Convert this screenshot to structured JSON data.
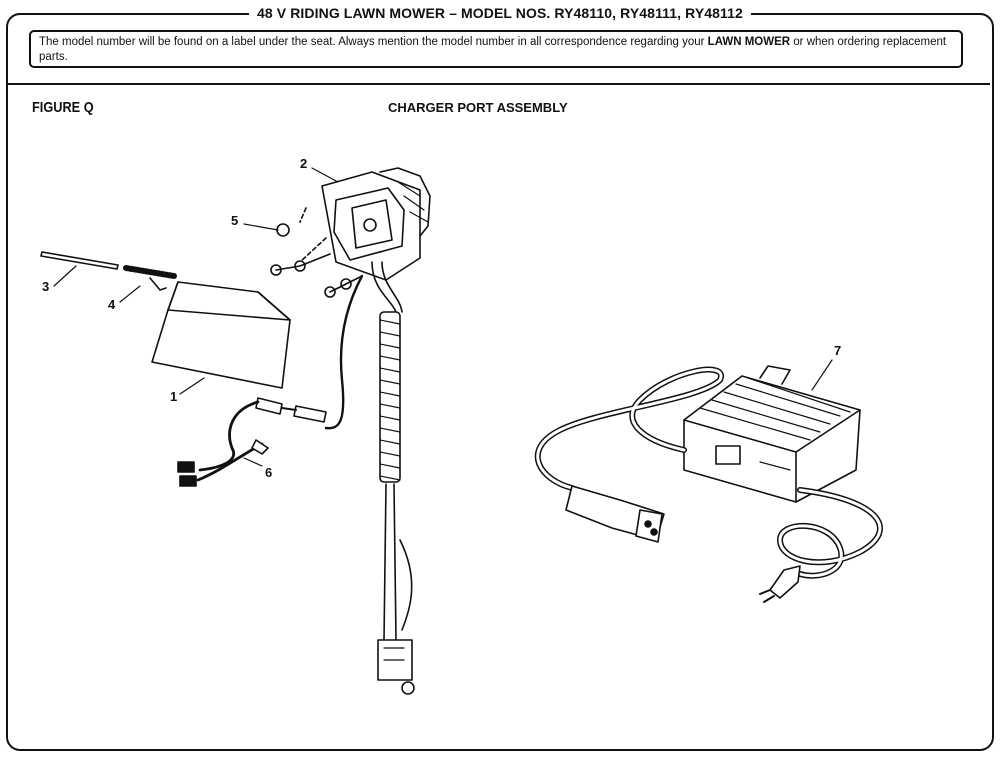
{
  "header": {
    "title": "48 V RIDING LAWN MOWER – MODEL NOS. RY48110, RY48111, RY48112"
  },
  "notice": {
    "text_before": "The model number will be found on a label under the seat. Always mention the model number in all correspondence regarding your ",
    "bold": "LAWN MOWER",
    "text_after": " or when ordering replacement parts."
  },
  "figure": {
    "label": "FIGURE Q",
    "title": "CHARGER PORT ASSEMBLY"
  },
  "callouts": [
    "1",
    "2",
    "3",
    "4",
    "5",
    "6",
    "7"
  ]
}
